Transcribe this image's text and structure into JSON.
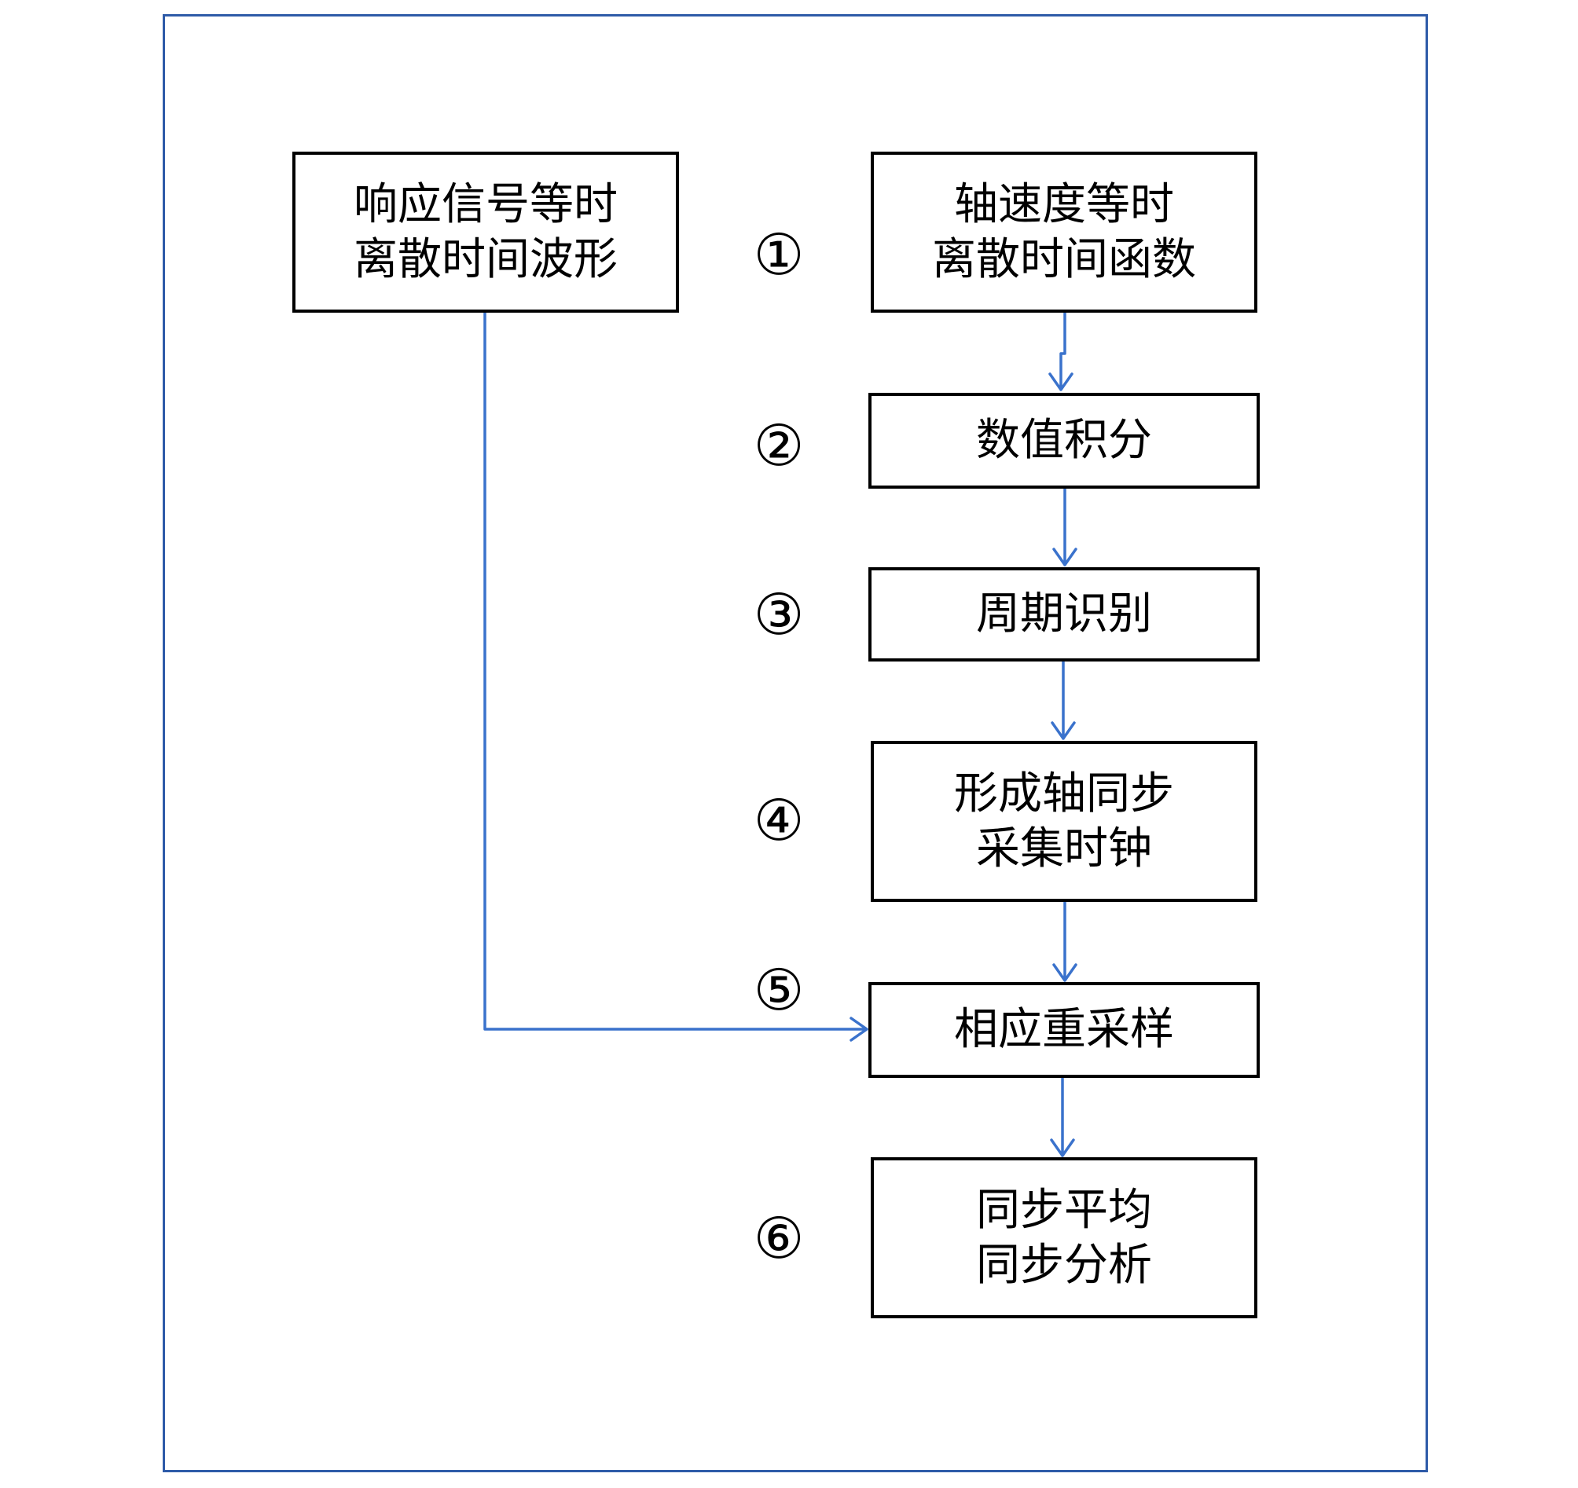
{
  "colors": {
    "frame": "#2e5ba8",
    "arrow": "#3a72cc",
    "box_border": "#000000",
    "text": "#000000"
  },
  "source_box": {
    "line1": "响应信号等时",
    "line2": "离散时间波形"
  },
  "steps": [
    {
      "number": "①",
      "lines": [
        "轴速度等时",
        "离散时间函数"
      ]
    },
    {
      "number": "②",
      "lines": [
        "数值积分"
      ]
    },
    {
      "number": "③",
      "lines": [
        "周期识别"
      ]
    },
    {
      "number": "④",
      "lines": [
        "形成轴同步",
        "采集时钟"
      ]
    },
    {
      "number": "⑤",
      "lines": [
        "相应重采样"
      ]
    },
    {
      "number": "⑥",
      "lines": [
        "同步平均",
        "同步分析"
      ]
    }
  ]
}
